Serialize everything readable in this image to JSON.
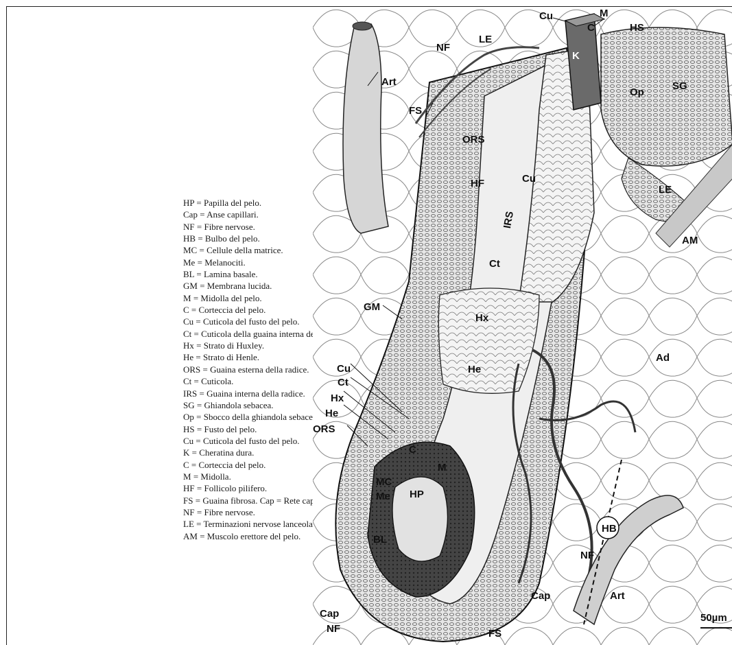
{
  "legend": [
    {
      "code": "HP",
      "text": "Papilla del pelo."
    },
    {
      "code": "Cap",
      "text": "Anse capillari."
    },
    {
      "code": "NF",
      "text": "Fibre nervose."
    },
    {
      "code": "HB",
      "text": "Bulbo del pelo."
    },
    {
      "code": "MC",
      "text": "Cellule della matrice."
    },
    {
      "code": "Me",
      "text": "Melanociti."
    },
    {
      "code": "BL",
      "text": "Lamina basale."
    },
    {
      "code": "GM",
      "text": "Membrana lucida."
    },
    {
      "code": "M",
      "text": "Midolla del pelo."
    },
    {
      "code": "C",
      "text": "Corteccia del pelo."
    },
    {
      "code": "Cu",
      "text": "Cuticola del fusto del pelo."
    },
    {
      "code": "Ct",
      "text": "Cuticola della guaina interna della radice."
    },
    {
      "code": "Hx",
      "text": "Strato di Huxley."
    },
    {
      "code": "He",
      "text": "Strato di Henle."
    },
    {
      "code": "ORS",
      "text": "Guaina esterna della radice."
    },
    {
      "code": "Ct",
      "text": "Cuticola."
    },
    {
      "code": "IRS",
      "text": "Guaina interna della radice."
    },
    {
      "code": "SG",
      "text": "Ghiandola sebacea."
    },
    {
      "code": "Op",
      "text": "Sbocco della ghiandola sebacea."
    },
    {
      "code": "HS",
      "text": "Fusto del pelo."
    },
    {
      "code": "Cu",
      "text": "Cuticola del fusto del pelo."
    },
    {
      "code": "K",
      "text": "Cheratina dura."
    },
    {
      "code": "C",
      "text": "Corteccia del pelo."
    },
    {
      "code": "M",
      "text": "Midolla."
    },
    {
      "code": "HF",
      "text": "Follicolo pilifero."
    },
    {
      "code": "FS",
      "text": "Guaina fibrosa. Cap = Rete capillare."
    },
    {
      "code": "NF",
      "text": "Fibre nervose."
    },
    {
      "code": "LE",
      "text": "Terminazioni nervose lanceolate."
    },
    {
      "code": "AM",
      "text": "Muscolo erettore del pelo."
    }
  ],
  "equals": "=",
  "figure_labels": {
    "cu_top": "Cu",
    "m_top": "M",
    "c_top": "C",
    "hs": "HS",
    "k": "K",
    "nf_top": "NF",
    "le_top": "LE",
    "art_top": "Art",
    "fs_top": "FS",
    "op": "Op",
    "sg": "SG",
    "ors_mid": "ORS",
    "hf": "HF",
    "cu_mid": "Cu",
    "irs": "IRS",
    "le_right": "LE",
    "am": "AM",
    "ct_mid": "Ct",
    "gm": "GM",
    "hx_mid": "Hx",
    "ad": "Ad",
    "he_mid": "He",
    "cu_left": "Cu",
    "ct_left": "Ct",
    "hx_left": "Hx",
    "he_left": "He",
    "ors_left": "ORS",
    "c_low": "C",
    "m_low": "M",
    "mc": "MC",
    "hp": "HP",
    "me": "Me",
    "bl": "BL",
    "hb": "HB",
    "nf_right": "NF",
    "cap_right": "Cap",
    "art_bottom": "Art",
    "cap_bottom": "Cap",
    "nf_bottom": "NF",
    "fs_bottom": "FS",
    "scale": "50µm"
  }
}
